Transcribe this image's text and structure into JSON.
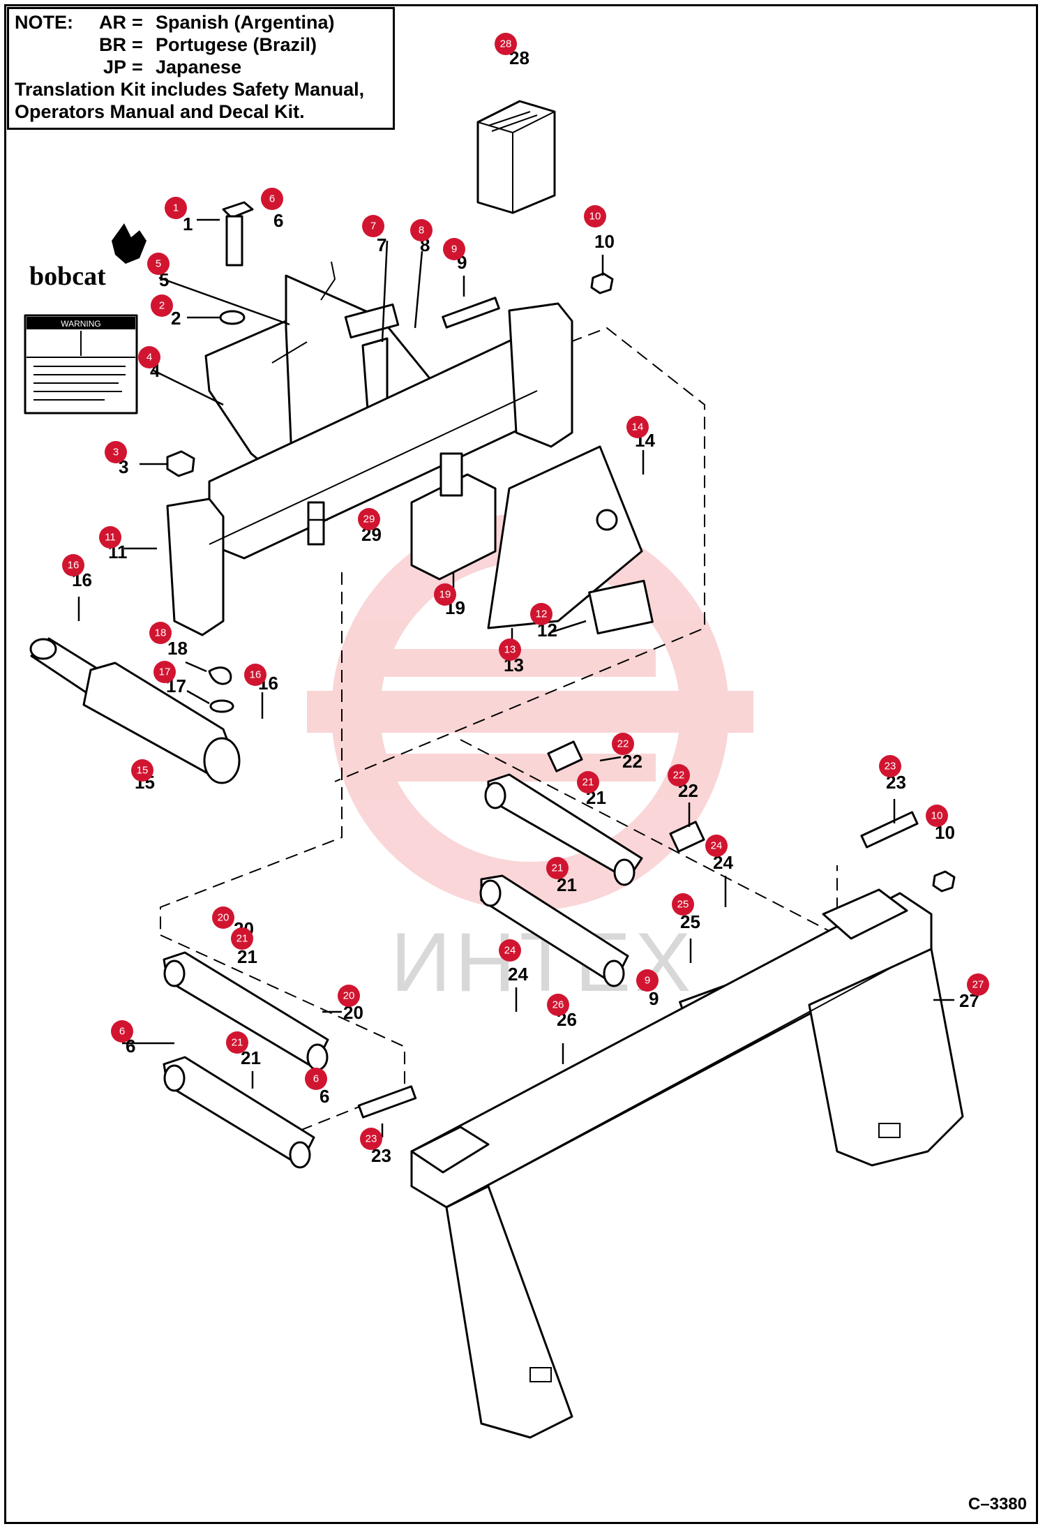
{
  "note": {
    "heading": "NOTE:",
    "codes": [
      {
        "code": "AR",
        "eq": "=",
        "language": "Spanish (Argentina)"
      },
      {
        "code": "BR",
        "eq": "=",
        "language": "Portugese (Brazil)"
      },
      {
        "code": "JP",
        "eq": "=",
        "language": "Japanese"
      }
    ],
    "line4": "Translation Kit includes Safety Manual,",
    "line5": "Operators Manual and Decal Kit."
  },
  "brand_logo": "bobcat",
  "warning_decal_title": "WARNING",
  "watermark": "ИНТЕХ",
  "figure_id": "C–3380",
  "callouts": [
    "1",
    "2",
    "3",
    "4",
    "5",
    "6",
    "7",
    "8",
    "9",
    "10",
    "11",
    "12",
    "13",
    "14",
    "15",
    "16",
    "17",
    "18",
    "19",
    "20",
    "21",
    "22",
    "23",
    "24",
    "25",
    "26",
    "27",
    "28",
    "29"
  ],
  "marker_color": "#d11530"
}
